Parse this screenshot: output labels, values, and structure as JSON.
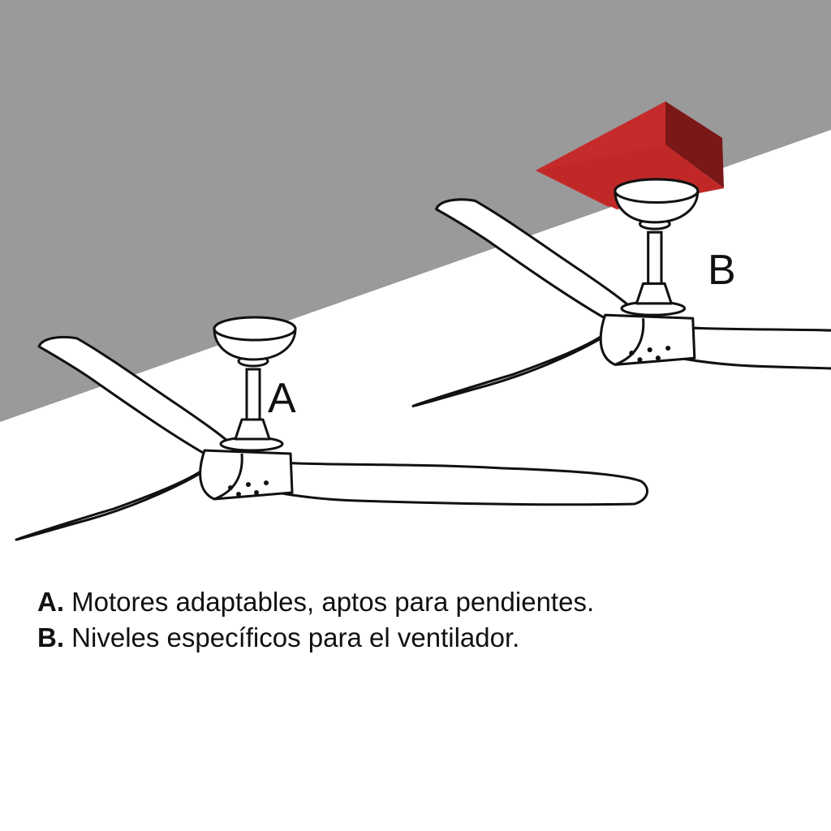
{
  "diagram": {
    "fan_a_label": "A",
    "fan_b_label": "B",
    "ceiling_color": "#9a9a9a",
    "block_color": "#c62b2b",
    "line_color": "#111111"
  },
  "legend": [
    {
      "key": "A.",
      "text": "Motores adaptables, aptos para pendientes."
    },
    {
      "key": "B.",
      "text": "Niveles específicos para el ventilador."
    }
  ]
}
